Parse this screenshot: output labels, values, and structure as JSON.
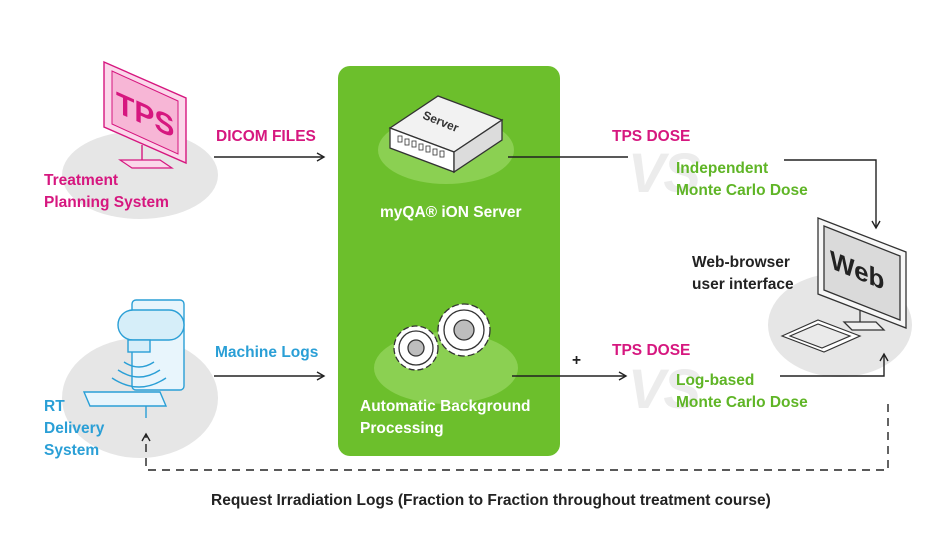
{
  "colors": {
    "pink": "#d6177f",
    "blue": "#2a9fd6",
    "green": "#5fb526",
    "panel_green": "#6cbf2c",
    "gray_disc": "#e6e6e6",
    "text_dark": "#222222"
  },
  "tps": {
    "screen_text": "TPS",
    "label_line1": "Treatment",
    "label_line2": "Planning System"
  },
  "rt": {
    "label_line1": "RT",
    "label_line2": "Delivery",
    "label_line3": "System"
  },
  "arrows": {
    "dicom_files": "DICOM FILES",
    "machine_logs": "Machine Logs",
    "plus": "+"
  },
  "server_panel": {
    "server_box_text": "Server",
    "server_label": "myQA® iON Server",
    "processing_line1": "Automatic Background",
    "processing_line2": "Processing"
  },
  "comparison_top": {
    "tps_dose": "TPS DOSE",
    "vs": "VS",
    "line1": "Independent",
    "line2": "Monte Carlo Dose"
  },
  "comparison_bottom": {
    "tps_dose": "TPS DOSE",
    "vs": "VS",
    "line1": "Log-based",
    "line2": "Monte Carlo Dose"
  },
  "web": {
    "screen_text": "Web",
    "label_line1": "Web-browser",
    "label_line2": "user interface"
  },
  "footer": {
    "request_text": "Request Irradiation Logs (Fraction to Fraction throughout treatment course)"
  }
}
